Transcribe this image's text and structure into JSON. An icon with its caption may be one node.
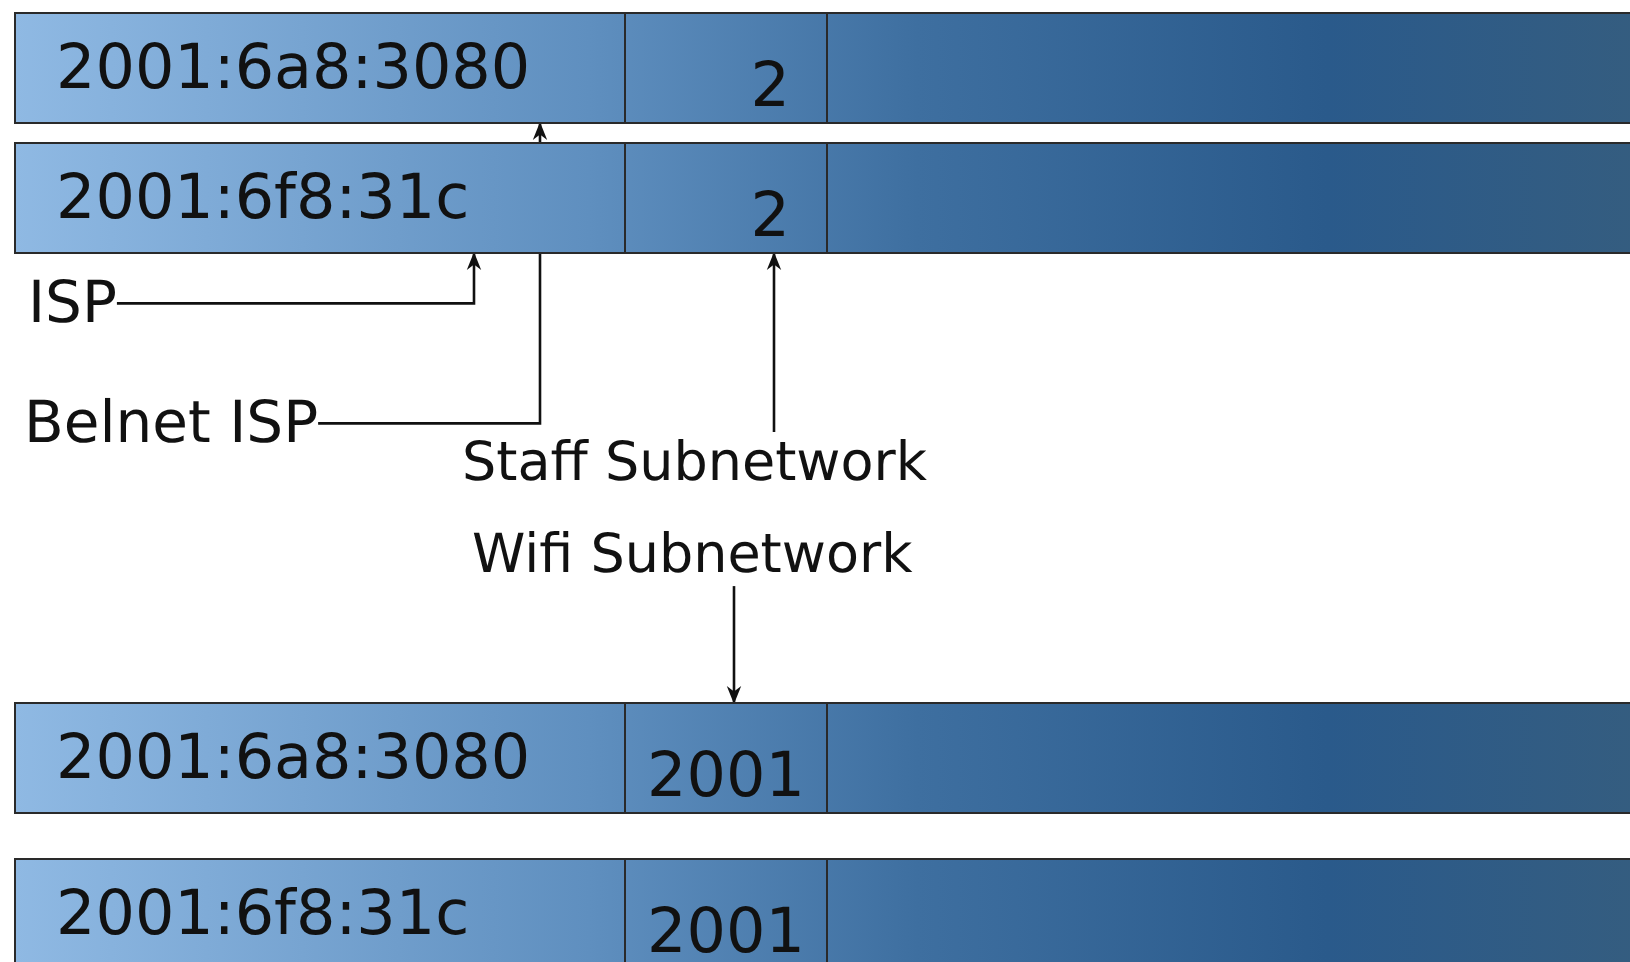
{
  "diagram": {
    "nodes": [
      {
        "text": [],
        "shape": "bar"
      },
      {
        "text": [
          "2001:6a8:3080"
        ],
        "in": 0
      },
      {
        "text": [
          "2"
        ],
        "in": 0
      },
      {
        "text": [],
        "shape": "bar"
      },
      {
        "text": [
          "2001:6f8:31c"
        ],
        "in": 3
      },
      {
        "text": [
          "2"
        ],
        "in": 3
      },
      {
        "text": [
          "ISP"
        ]
      },
      {
        "text": [
          "Belnet ISP"
        ]
      },
      {
        "text": [
          "Staff Subnetwork"
        ]
      },
      {
        "text": [
          "Wifi Subnetwork"
        ]
      },
      {
        "text": [],
        "shape": "bar"
      },
      {
        "text": [
          "2001:6a8:3080"
        ],
        "in": 10
      },
      {
        "text": [
          "2001"
        ],
        "in": 10
      },
      {
        "text": [],
        "shape": "bar"
      },
      {
        "text": [
          "2001:6f8:31c"
        ],
        "in": 13
      },
      {
        "text": [
          "2001"
        ],
        "in": 13
      }
    ],
    "edges": [
      {
        "from": 6,
        "to": 4,
        "arrow": "to"
      },
      {
        "from": 7,
        "to": 1,
        "arrow": "to"
      },
      {
        "from": 8,
        "to": 5,
        "arrow": "to"
      },
      {
        "from": 9,
        "to": 12,
        "arrow": "to"
      }
    ]
  }
}
